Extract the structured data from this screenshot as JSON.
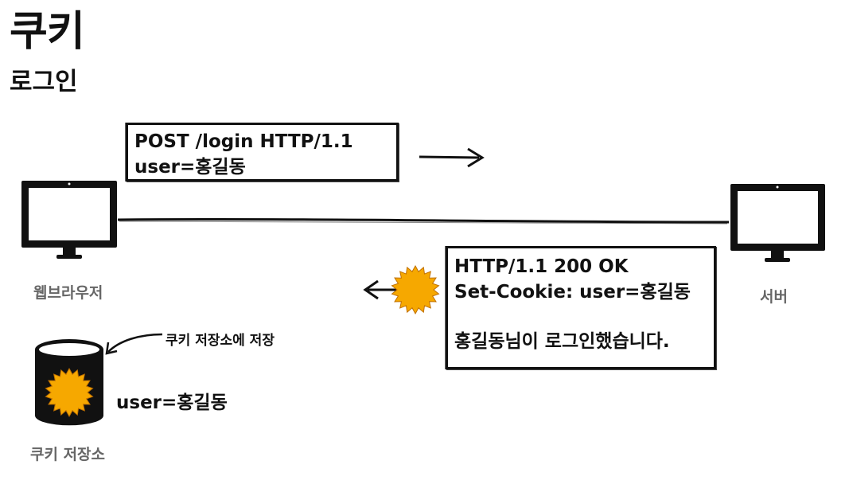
{
  "title": "쿠키",
  "subtitle": "로그인",
  "request": {
    "line1": "POST /login HTTP/1.1",
    "line2": "user=홍길동"
  },
  "response": {
    "line1": "HTTP/1.1 200 OK",
    "line2": "Set-Cookie: user=홍길동",
    "line3": "홍길동님이 로그인했습니다."
  },
  "labels": {
    "browser": "웹브라우저",
    "server": "서버",
    "storage": "쿠키 저장소",
    "storage_note": "쿠키 저장소에 저장",
    "cookie_value": "user=홍길동"
  },
  "icons": {
    "browser": "monitor-icon",
    "server": "monitor-icon",
    "cookie": "cookie-burst-icon",
    "storage": "database-cylinder-icon"
  },
  "colors": {
    "cookie": "#f6a800",
    "ink": "#111111",
    "label_gray": "#666666"
  }
}
